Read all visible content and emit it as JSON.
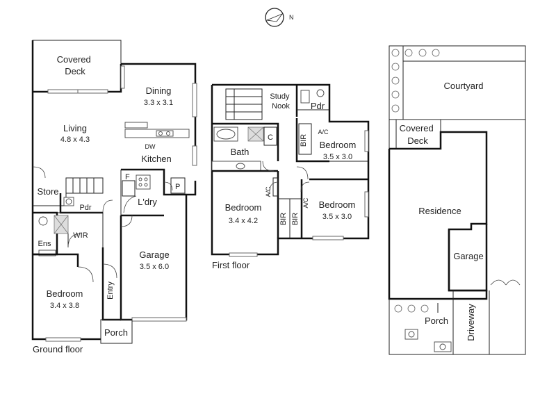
{
  "compass": {
    "north_label": "N"
  },
  "ground_floor": {
    "title": "Ground floor",
    "rooms": {
      "covered_deck": "Covered\nDeck",
      "dining": "Dining",
      "dining_dim": "3.3 x 3.1",
      "living": "Living",
      "living_dim": "4.8 x 4.3",
      "dw": "DW",
      "kitchen": "Kitchen",
      "f": "F",
      "p": "P",
      "laundry": "L'dry",
      "store": "Store",
      "pdr": "Pdr",
      "ens": "Ens",
      "wir": "WIR",
      "garage": "Garage",
      "garage_dim": "3.5 x 6.0",
      "entry": "Entry",
      "bedroom": "Bedroom",
      "bedroom_dim": "3.4 x 3.8",
      "porch": "Porch"
    }
  },
  "first_floor": {
    "title": "First floor",
    "rooms": {
      "study": "Study\nNook",
      "pdr": "Pdr",
      "c": "C",
      "bath": "Bath",
      "bir1": "BIR",
      "ac1": "A/C",
      "bed1": "Bedroom",
      "bed1_dim": "3.5 x 3.0",
      "bed2": "Bedroom",
      "bed2_dim": "3.4 x 4.2",
      "ac2": "A/C",
      "bir2": "BIR",
      "bir3": "BIR",
      "ac3": "A/C",
      "bed3": "Bedroom",
      "bed3_dim": "3.5 x 3.0"
    }
  },
  "site_plan": {
    "courtyard": "Courtyard",
    "covered_deck": "Covered\nDeck",
    "residence": "Residence",
    "garage": "Garage",
    "porch": "Porch",
    "driveway": "Driveway"
  }
}
